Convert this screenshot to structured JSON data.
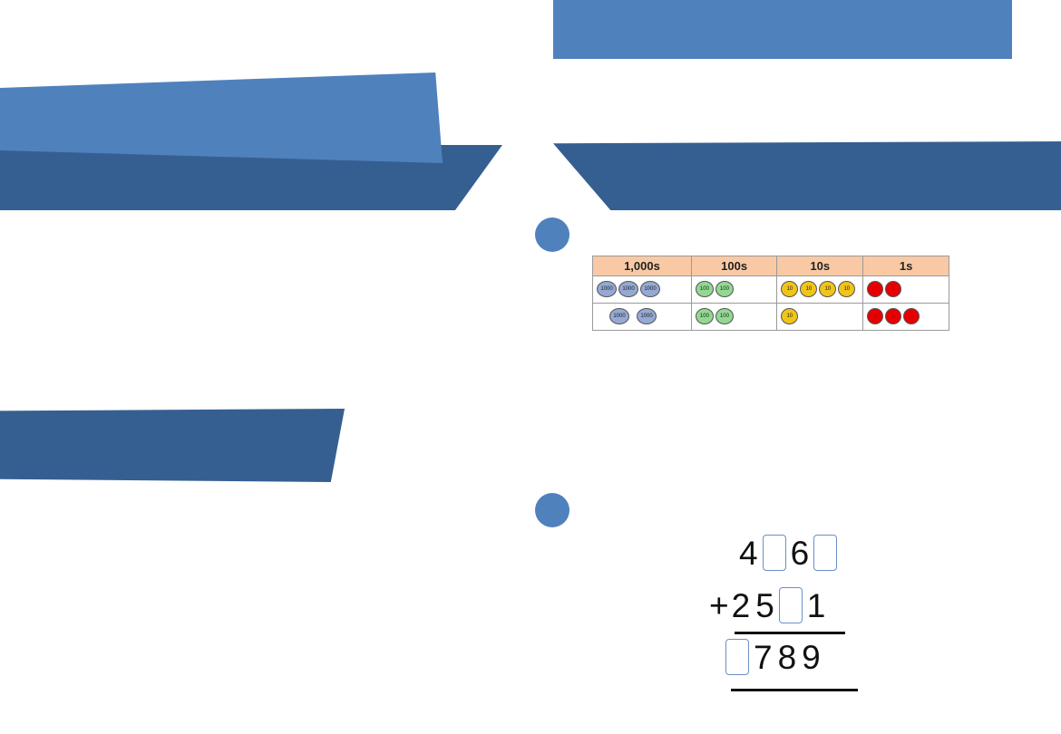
{
  "place_value_table": {
    "headers": [
      "1,000s",
      "100s",
      "10s",
      "1s"
    ],
    "rows": [
      {
        "thousands": [
          "1000",
          "1000",
          "1000"
        ],
        "hundreds": [
          "100",
          "100"
        ],
        "tens": [
          "10",
          "10",
          "10",
          "10"
        ],
        "ones": [
          "1",
          "1"
        ]
      },
      {
        "thousands": [
          "1000",
          "1000"
        ],
        "hundreds": [
          "100",
          "100"
        ],
        "tens": [
          "10"
        ],
        "ones": [
          "1",
          "1",
          "1"
        ]
      }
    ]
  },
  "addition_problem": {
    "top": [
      "4",
      "",
      "6",
      ""
    ],
    "plus_sign": "+",
    "middle": [
      "2",
      "5",
      "",
      "1"
    ],
    "bottom": [
      "",
      "7",
      "8",
      "9"
    ]
  },
  "colors": {
    "light_blue": "#4f81bd",
    "dark_blue": "#365f91",
    "header_fill": "#f8c9a4",
    "thousand_counter": "#95a9d4",
    "hundred_counter": "#92d892",
    "ten_counter": "#f0c419",
    "one_counter": "#e60000"
  }
}
